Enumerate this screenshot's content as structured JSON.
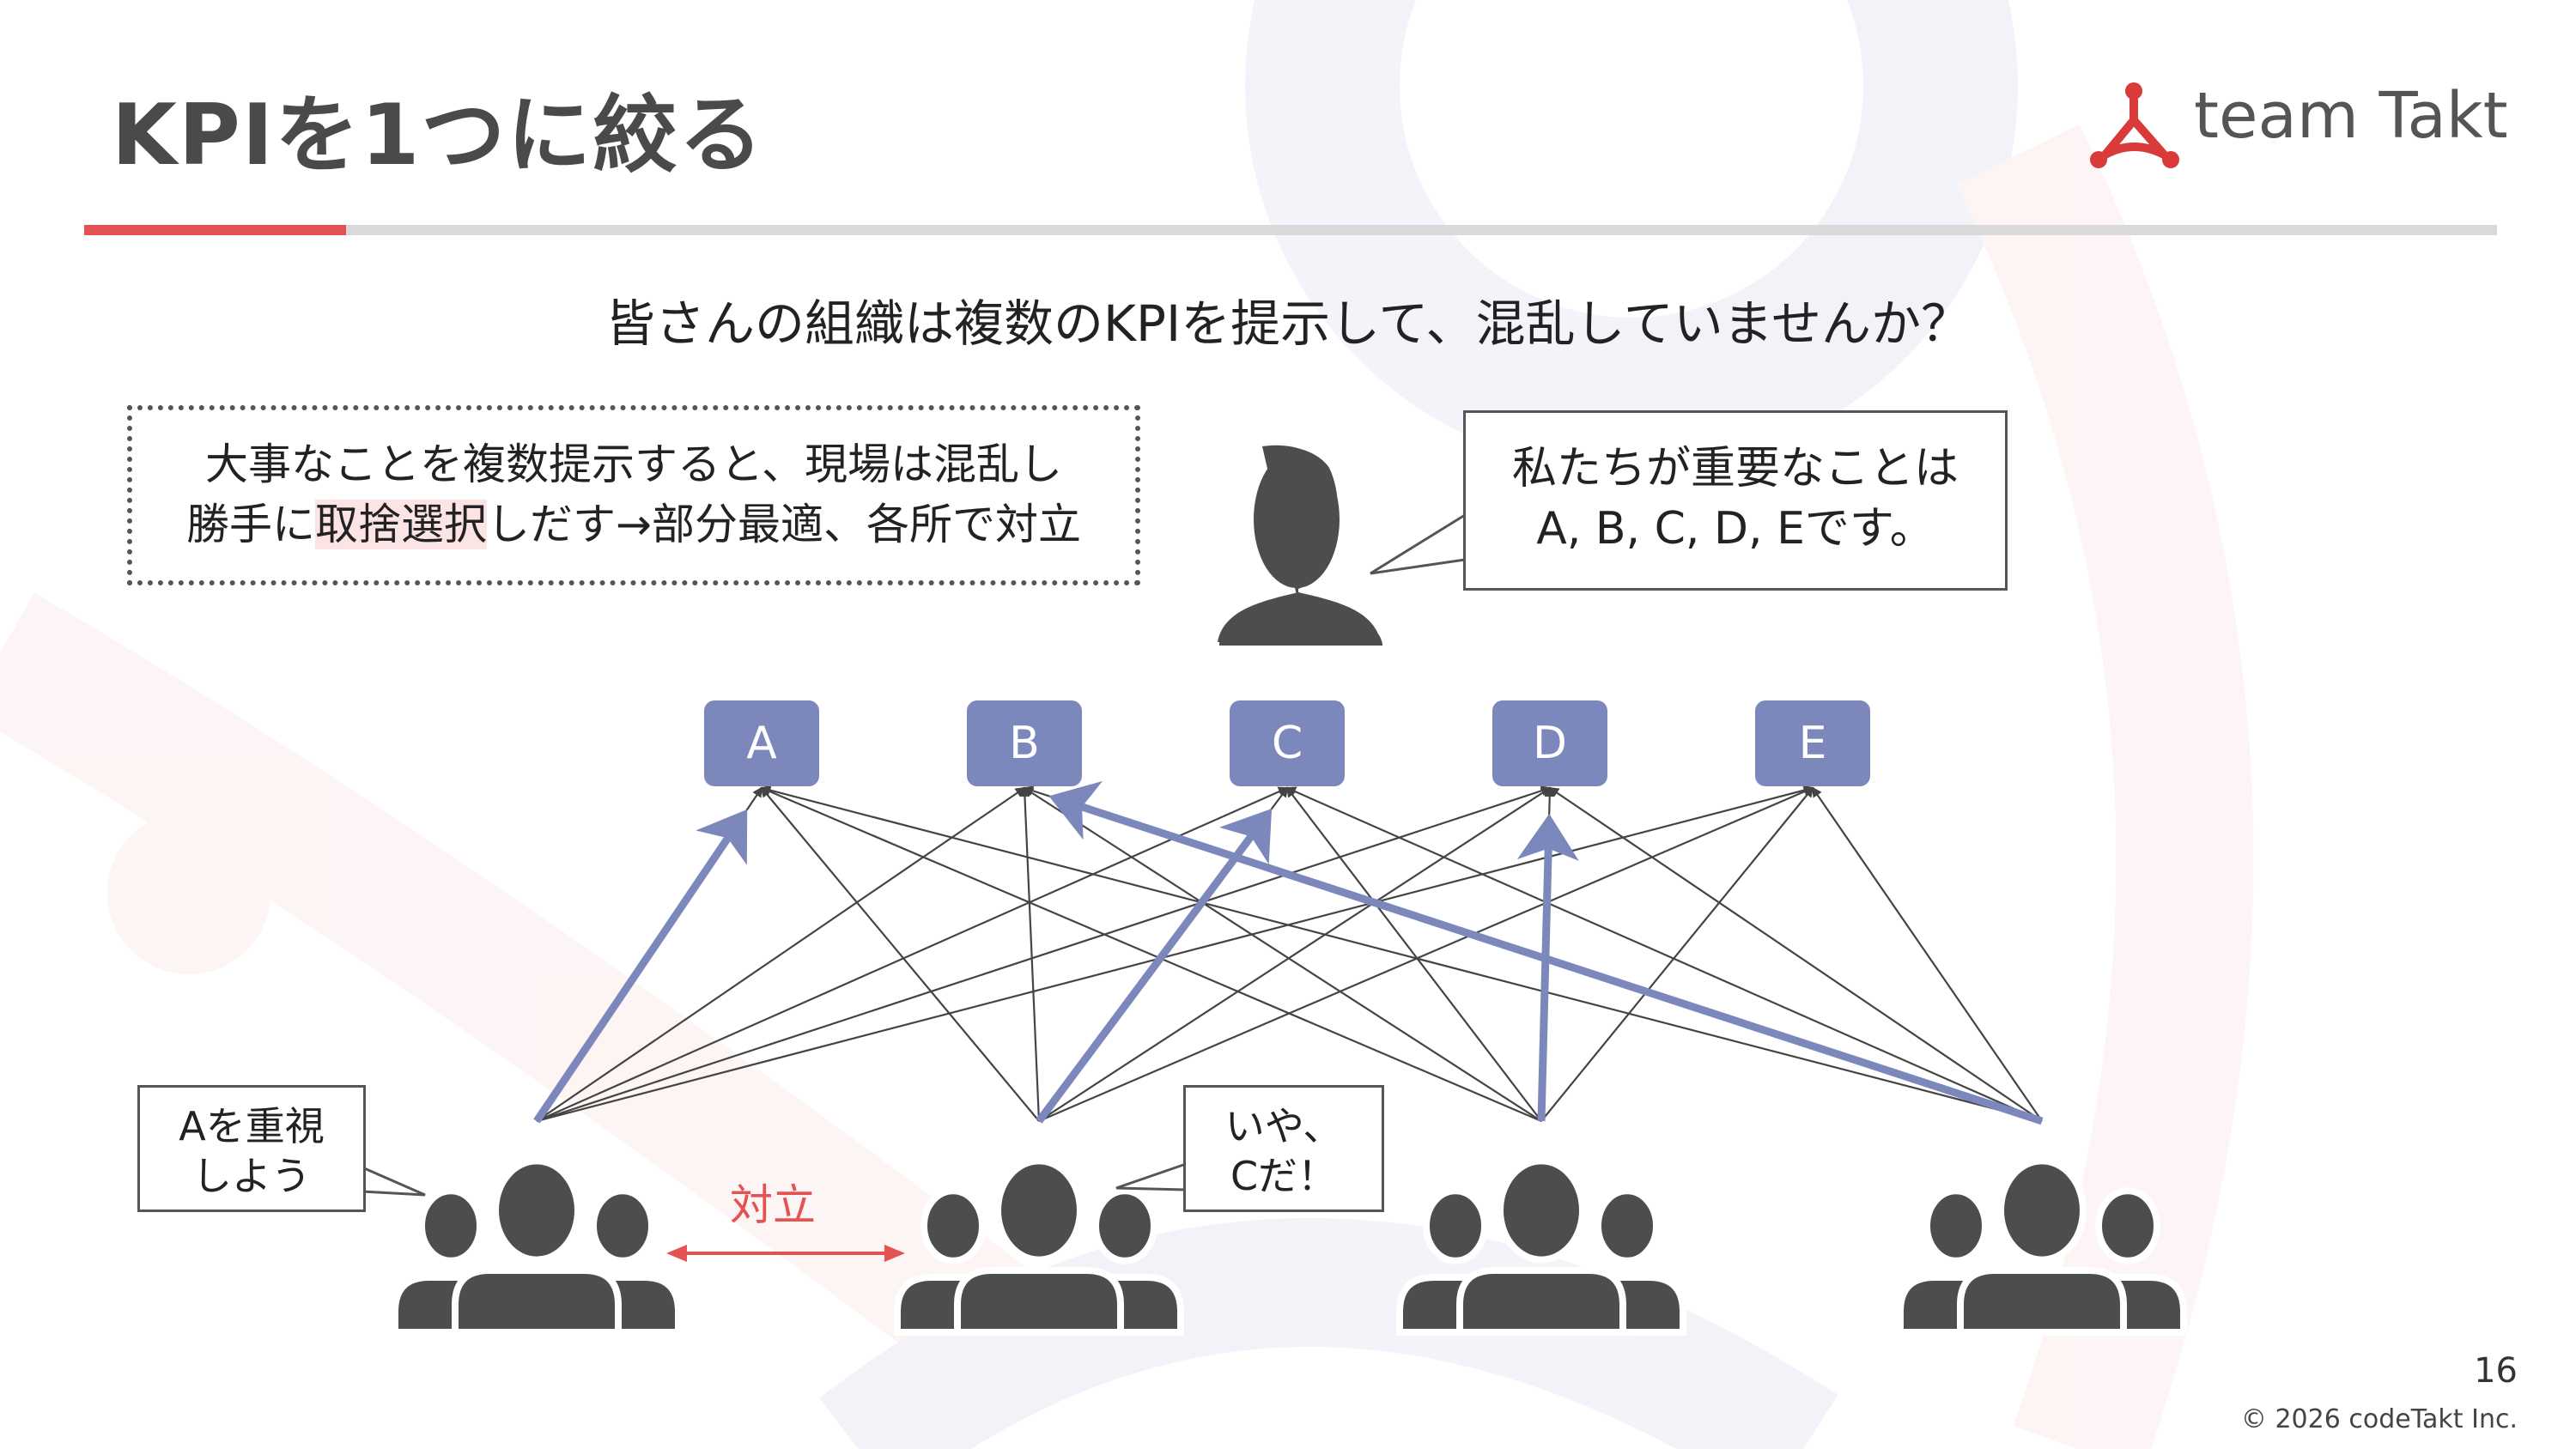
{
  "slide": {
    "title": "KPIを1つに絞る",
    "logo_text": "team Takt",
    "question": "皆さんの組織は複数のKPIを提示して、混乱していませんか？",
    "note": {
      "line1": "大事なことを複数提示すると、現場は混乱し",
      "line2_pre": "勝手に",
      "line2_highlight": "取捨選択",
      "line2_post": "しだす→部分最適、各所で対立"
    },
    "boss_speech": {
      "line1": "私たちが重要なことは",
      "line2": "A, B, C, D, Eです。"
    },
    "kpis": [
      "A",
      "B",
      "C",
      "D",
      "E"
    ],
    "team_a_speech": {
      "line1": "Aを重視",
      "line2": "しよう"
    },
    "team_b_speech": {
      "line1": "いや、",
      "line2": "Cだ！"
    },
    "conflict_label": "対立",
    "page_number": "16",
    "copyright": "© 2026 codeTakt Inc."
  },
  "colors": {
    "accent_red": "#e45353",
    "kpi_blue": "#7c88bb",
    "person_grey": "#4d4d4d"
  },
  "chart_data": {
    "type": "network",
    "source_groups": [
      "group-1",
      "group-2",
      "group-3",
      "group-4"
    ],
    "targets": [
      "A",
      "B",
      "C",
      "D",
      "E"
    ],
    "all_to_all": true,
    "emphasized_links": [
      {
        "from": "group-1",
        "to": "A"
      },
      {
        "from": "group-2",
        "to": "C"
      },
      {
        "from": "group-3",
        "to": "D"
      },
      {
        "from": "group-4",
        "to": "B"
      }
    ]
  }
}
